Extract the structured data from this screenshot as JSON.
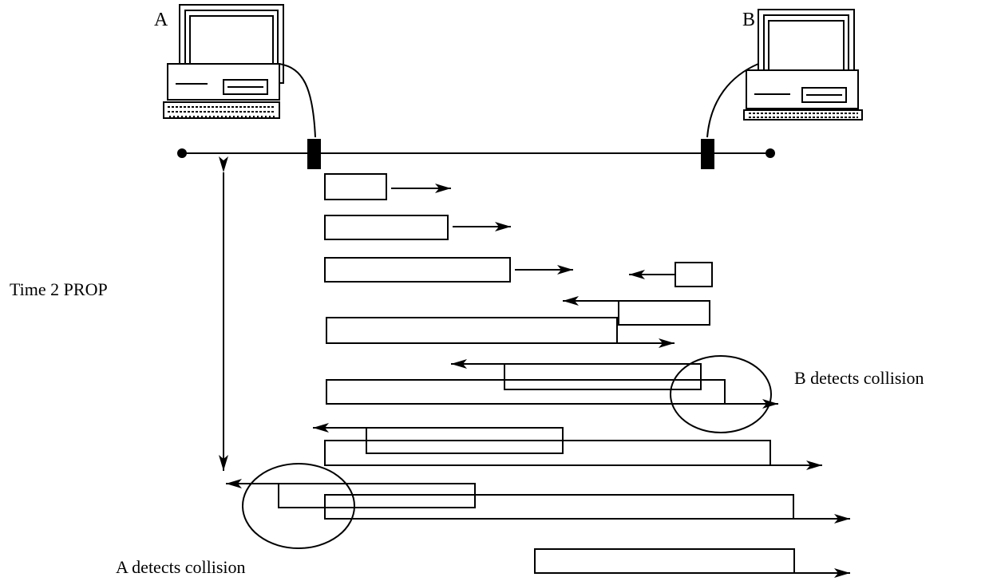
{
  "labels": {
    "station_a": "A",
    "station_b": "B",
    "time_label": "Time  2 PROP",
    "b_detects": "B detects collision",
    "a_detects": "A detects collision"
  }
}
